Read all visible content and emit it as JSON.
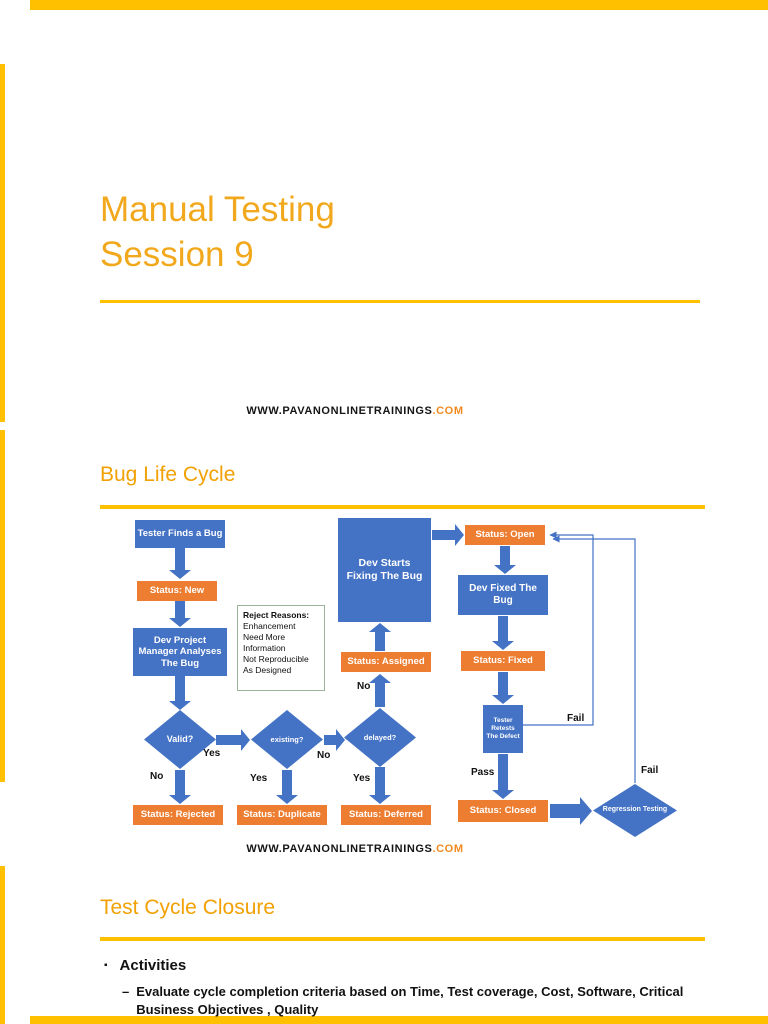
{
  "slide1": {
    "title_line1": "Manual Testing",
    "title_line2": "Session 9"
  },
  "website": {
    "name": "www.pavanonlinetrainings",
    "tld": ".com"
  },
  "slide2": {
    "heading": "Bug Life Cycle"
  },
  "slide3": {
    "heading": "Test Cycle Closure",
    "bullet_square": "▪",
    "activities_label": "Activities",
    "dash": "–",
    "activity_text": "Evaluate cycle completion criteria based on Time, Test coverage, Cost, Software, Critical Business Objectives , Quality"
  },
  "flowchart": {
    "tester_finds": "Tester Finds a Bug",
    "status_new": "Status: New",
    "dev_pm": "Dev Project Manager Analyses The Bug",
    "valid": "Valid?",
    "status_rejected": "Status: Rejected",
    "existing": "existing?",
    "status_duplicate": "Status: Duplicate",
    "delayed": "delayed?",
    "status_deferred": "Status: Deferred",
    "status_assigned": "Status: Assigned",
    "dev_starts": "Dev Starts Fixing The Bug",
    "status_open": "Status: Open",
    "dev_fixed": "Dev Fixed The Bug",
    "status_fixed": "Status: Fixed",
    "tester_retests": "Tester Retests The Defect",
    "status_closed": "Status: Closed",
    "regression": "Regression Testing",
    "labels": {
      "yes1": "Yes",
      "no1": "No",
      "yes2": "Yes",
      "no2": "No",
      "yes3": "Yes",
      "no3": "No",
      "pass": "Pass",
      "fail1": "Fail",
      "fail2": "Fail"
    },
    "reject_reasons": {
      "title": "Reject Reasons:",
      "items": [
        "Enhancement",
        "Need More Information",
        "Not Reproducible",
        "As Designed"
      ]
    }
  },
  "colors": {
    "accent_gold": "#FFC000",
    "heading_orange": "#F2A104",
    "title_gold": "#F2A81D",
    "node_blue": "#4472C4",
    "node_orange": "#ED7D31",
    "website_tld_orange": "#F08A1E"
  }
}
